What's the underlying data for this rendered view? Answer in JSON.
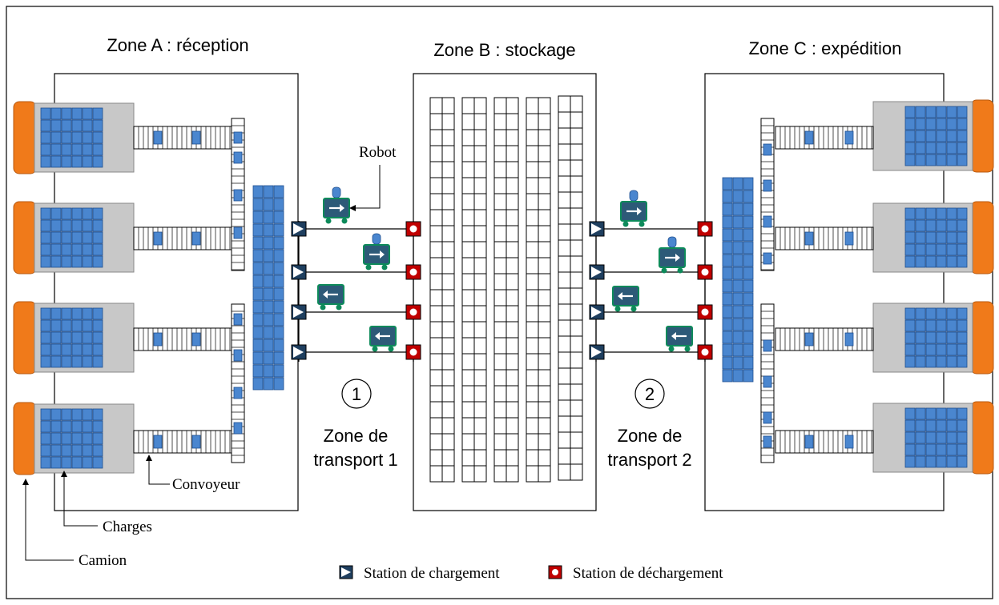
{
  "zones": {
    "a": "Zone A : réception",
    "b": "Zone B : stockage",
    "c": "Zone C : expédition"
  },
  "transport": {
    "t1": {
      "number": "1",
      "line1": "Zone de",
      "line2": "transport 1"
    },
    "t2": {
      "number": "2",
      "line1": "Zone de",
      "line2": "transport 2"
    }
  },
  "labels": {
    "robot": "Robot",
    "convoyeur": "Convoyeur",
    "charges": "Charges",
    "camion": "Camion"
  },
  "legend": {
    "loading": "Station de chargement",
    "unloading": "Station de déchargement"
  },
  "colors": {
    "truck_orange": "#f07a1a",
    "load_blue": "#4a86cf",
    "robot_teal": "#2d5a78",
    "station_red": "#c00000",
    "trailer_gray": "#c8c8c8"
  },
  "icons": {
    "loading_station": "triangle-right-icon",
    "unloading_station": "red-square-circle-icon",
    "robot": "agv-robot-icon"
  }
}
